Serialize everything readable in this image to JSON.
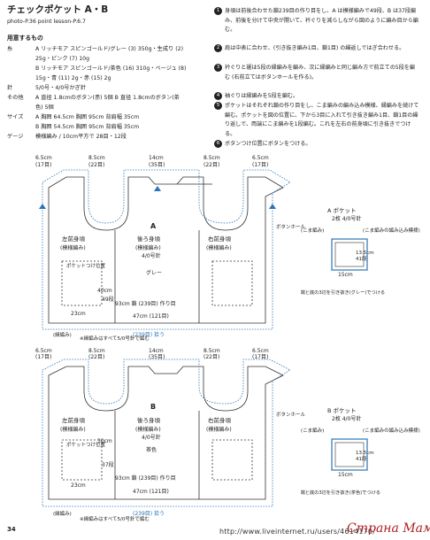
{
  "title": "チェックポケット A・B",
  "photo_ref": "photo-P.36  point lesson-P.6.7",
  "materials": {
    "heading": "用意するもの",
    "lines": [
      {
        "label": "糸",
        "text": "A リッチモア  スピンゴールド/グレー (3) 350g・生成り (2)"
      },
      {
        "label": "",
        "text": "25g・ピンク (7) 10g"
      },
      {
        "label": "",
        "text": "B リッチモア  スピンゴールド/茶色 (16) 310g・ベージュ (8)"
      },
      {
        "label": "",
        "text": "15g・青 (11) 2g・赤 (15) 2g"
      },
      {
        "label": "針",
        "text": "5/0号・4/0号かぎ針"
      },
      {
        "label": "その他",
        "text": "A 直径 1.8cmのボタン(赤) 5個 B 直径 1.8cmのボタン(茶"
      },
      {
        "label": "",
        "text": "色) 5個"
      },
      {
        "label": "サイズ",
        "text": "A 胸囲 64.5cm 胸囲 95cm 背肩幅 35cm"
      },
      {
        "label": "",
        "text": "B 胸囲 54.5cm 胸囲 95cm 背肩幅 35cm"
      },
      {
        "label": "ゲージ",
        "text": "模様編み / 10cm平方で 28目・12段"
      }
    ]
  },
  "steps": [
    {
      "n": "1",
      "text": "身頃は前後合わせた鎖239目の作り目をし、A は模様編みで49段、B は37段編み、前後を分けて中央が開いて、衿ぐりを減らしながら図のように編み目から編む。"
    },
    {
      "n": "2",
      "text": "肩は中表に合わせ、(引き抜き編み1目、鎖1目) の繰返しではぎ合わせる。"
    },
    {
      "n": "3",
      "text": "衿ぐりと裾は5段の縁編みを編み、次に縁編みと同じ編み方で前立ての5段を編む (右前立てはボタンホールを作る)。"
    },
    {
      "n": "4",
      "text": "袖ぐりは縁編みを5段を編む。"
    },
    {
      "n": "5",
      "text": "ポケットはそれぞれ鎖の作り目をし、こま編みの編み込み模様、縁編みを続けて編む。ポケットを図の位置に、下から3目に入れて引き抜き編み1目、鎖1目の繰り返しで、両端にこま編みを1段編む。これを左右の前身頃に引き抜きでつける。"
    },
    {
      "n": "6",
      "text": "ボタンつけ位置にボタンをつける。"
    }
  ],
  "diagram_a": {
    "letter": "A",
    "top_labels": [
      "6.5cm",
      "8.5cm",
      "14cm",
      "8.5cm",
      "6.5cm"
    ],
    "top_stitches": [
      "(17目)",
      "(22目)",
      "(35目)",
      "(22目)",
      "(17目)"
    ],
    "left_front": "左前身頃",
    "left_front_sub": "(模様編み)",
    "back": "後ろ身頃",
    "back_sub": "(模様編み)",
    "back_needle": "4/0号針",
    "right_front": "右前身頃",
    "right_front_sub": "(模様編み)",
    "pocket_pos": "ポケットつけ位置",
    "color": "グレー",
    "bottom1": "93cm 鎖 (239目) 作り目",
    "bottom2": "47cm (121目)",
    "bottom3": "(239目) 拾う",
    "edge_note": "(縁編み)",
    "note": "※縁編みはすべて5/0号針で編む",
    "buttonhole": "ボタンホール",
    "height": "40cm",
    "width_side": "23cm",
    "count49": "49段"
  },
  "diagram_b": {
    "letter": "B",
    "top_labels": [
      "6.5cm",
      "8.5cm",
      "14cm",
      "8.5cm",
      "6.5cm"
    ],
    "top_stitches": [
      "(17目)",
      "(22目)",
      "(35目)",
      "(22目)",
      "(17目)"
    ],
    "left_front": "左前身頃",
    "left_front_sub": "(模様編み)",
    "back": "後ろ身頃",
    "back_sub": "(模様編み)",
    "back_needle": "4/0号針",
    "right_front": "右前身頃",
    "right_front_sub": "(模様編み)",
    "pocket_pos": "ポケットつけ位置",
    "color": "茶色",
    "bottom1": "93cm 鎖 (239目) 作り目",
    "bottom2": "47cm (121目)",
    "bottom3": "(239目) 拾う",
    "edge_note": "(縁編み)",
    "note": "※縁編みはすべて5/0号針で編む",
    "buttonhole": "ボタンホール",
    "height": "30cm",
    "width_side": "23cm",
    "count37": "37段"
  },
  "pocket_a": {
    "title": "A  ポケット",
    "sub": "2枚 4/0号針",
    "edge": "(こま編み)",
    "pattern": "(こま編みの編み込み模様)",
    "w": "15cm",
    "h": "13.5cm",
    "rows": "41段",
    "caption": "左右の端と底の3辺を引き抜き(グレー)でつける"
  },
  "pocket_b": {
    "title": "B  ポケット",
    "sub": "2枚 4/0号針",
    "edge": "(こま編み)",
    "pattern": "(こま編みの編み込み模様)",
    "w": "15cm",
    "h": "13.5cm",
    "rows": "41段",
    "caption": "左右の端と底の3辺を引き抜き(茶色)でつける"
  },
  "page_number": "34",
  "footer_url": "http://www.liveinternet.ru/users/4614170/",
  "brand": "Страна Мам"
}
